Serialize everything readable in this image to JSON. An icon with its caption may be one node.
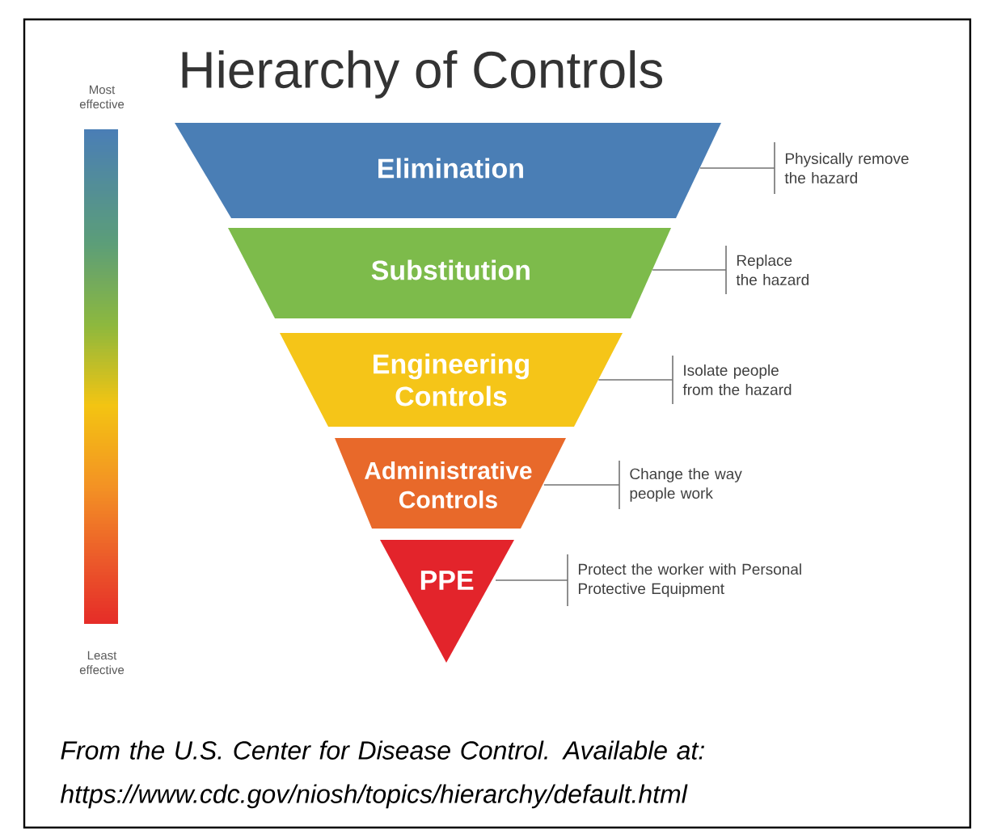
{
  "diagram": {
    "title": "Hierarchy of Controls",
    "caption": "From the U.S. Center for Disease Control. Available at: https://www.cdc.gov/niosh/topics/hierarchy/default.html",
    "nodes": [
      {
        "text": [
          "Elimination"
        ]
      },
      {
        "text": [
          "Substitution"
        ]
      },
      {
        "text": [
          "Engineering Controls"
        ]
      },
      {
        "text": [
          "Administrative Controls"
        ]
      },
      {
        "text": [
          "PPE"
        ]
      },
      {
        "text": [
          "Physically remove the hazard"
        ]
      },
      {
        "text": [
          "Replace the hazard"
        ]
      },
      {
        "text": [
          "Isolate people from the hazard"
        ]
      },
      {
        "text": [
          "Change the way people work"
        ]
      },
      {
        "text": [
          "Protect the worker with Personal Protective Equipment"
        ]
      }
    ],
    "edges": [
      {
        "from": 0,
        "to": 5,
        "arrow": "none"
      },
      {
        "from": 1,
        "to": 6,
        "arrow": "none"
      },
      {
        "from": 2,
        "to": 7,
        "arrow": "none"
      },
      {
        "from": 3,
        "to": 8,
        "arrow": "none"
      },
      {
        "from": 4,
        "to": 9,
        "arrow": "none"
      }
    ],
    "labels": [
      "Most effective",
      "Least effective"
    ]
  }
}
